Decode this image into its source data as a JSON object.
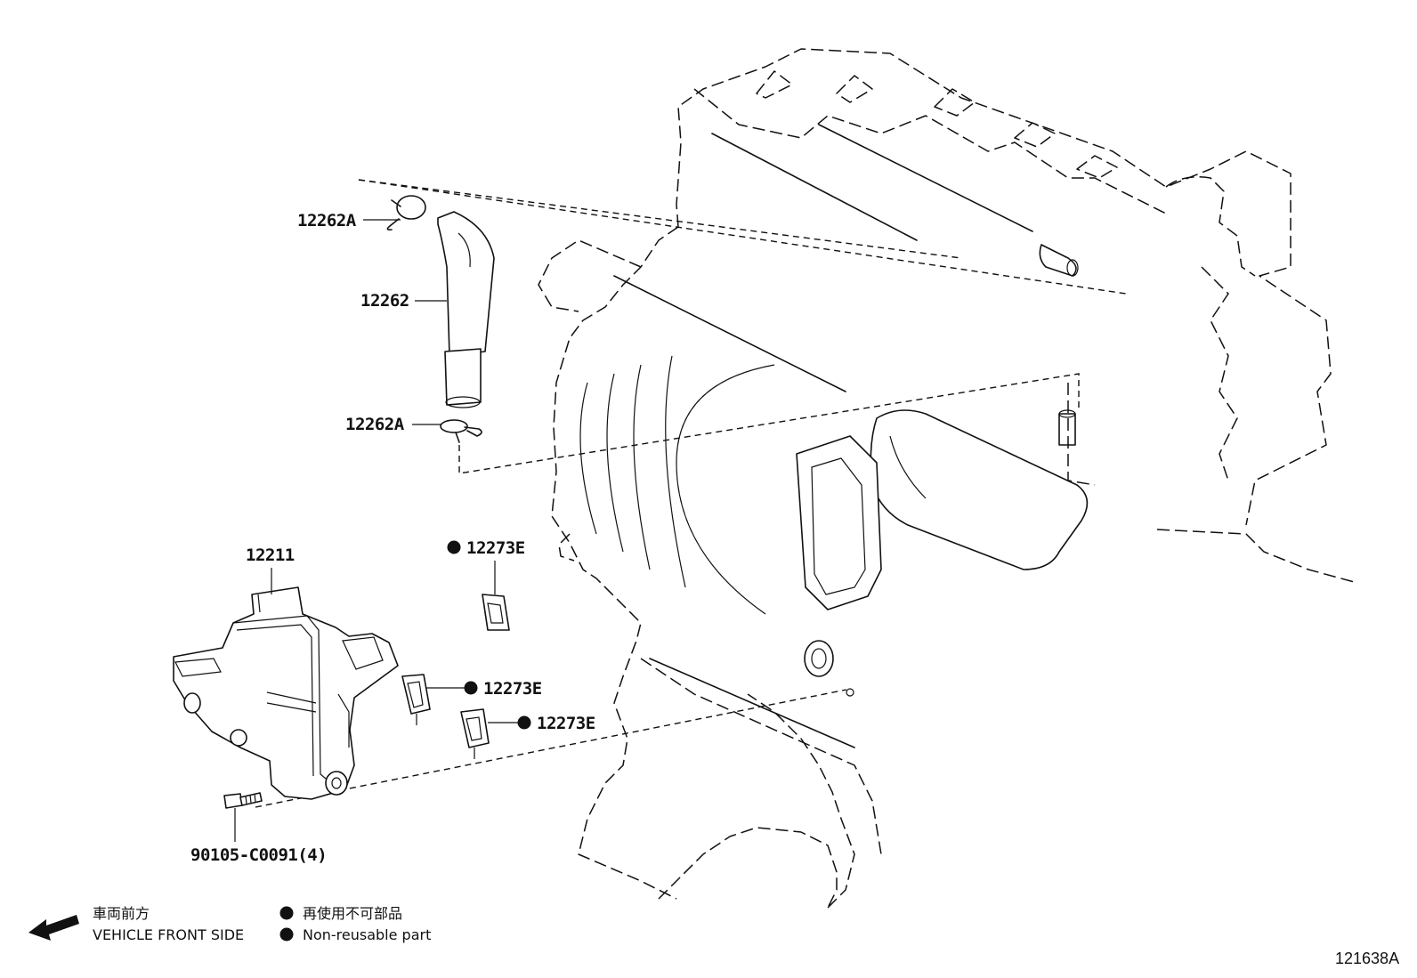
{
  "callouts": {
    "clip_top": "12262A",
    "hose": "12262",
    "clip_bottom": "12262A",
    "separator_case": "12211",
    "gasket_upper": "12273E",
    "gasket_middle": "12273E",
    "gasket_lower": "12273E",
    "bolt": "90105-C0091(4)"
  },
  "legend": {
    "front_jp": "車両前方",
    "front_en": "VEHICLE FRONT SIDE",
    "nonreusable_jp": "再使用不可部品",
    "nonreusable_en": "Non-reusable part"
  },
  "figure_id": "121638A",
  "colors": {
    "ink": "#111111",
    "background": "#ffffff"
  },
  "icons": [
    "front-arrow-icon",
    "non-reusable-dot-icon"
  ]
}
